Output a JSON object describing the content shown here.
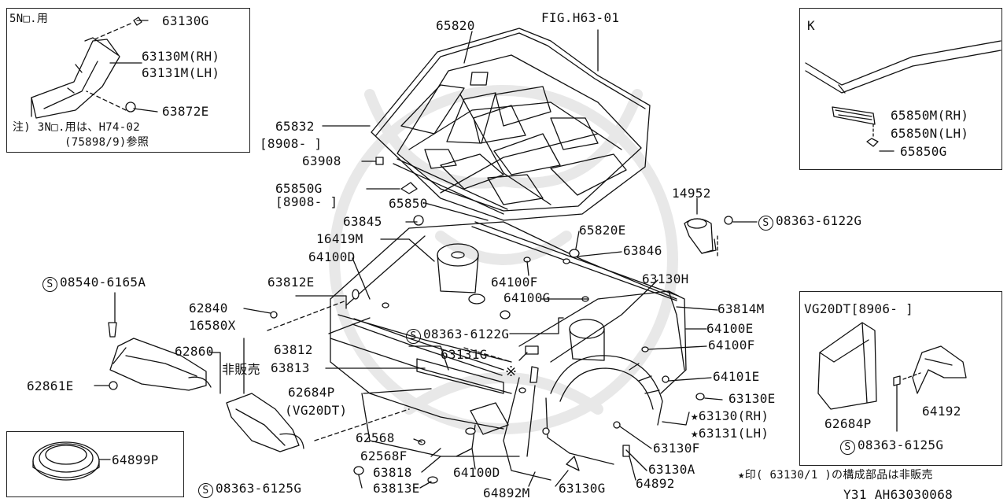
{
  "figure_id": "FIG.H63-01",
  "footer_code": "Y31  AH63030068",
  "note_star": "★印( 63130/1 )の構成部品は非販売",
  "inset_5n": {
    "heading": "5N□.用",
    "parts": [
      "63130G",
      "63130M(RH)",
      "63131M(LH)",
      "63872E"
    ],
    "note_line1": "注) 3N□.用は、H74-02",
    "note_line2": "(75898/9)参照"
  },
  "inset_k": {
    "heading": "K",
    "parts": [
      "65850M(RH)",
      "65850N(LH)",
      "65850G"
    ]
  },
  "inset_vg20dt": {
    "heading": "VG20DT[8906-  ]",
    "parts": [
      "62684P",
      "64192",
      "08363-6125G"
    ]
  },
  "inset_seal": {
    "parts": [
      "64899P"
    ]
  },
  "main_parts": {
    "p65820": "65820",
    "p65832": "65832",
    "p65832_date": "[8908-  ]",
    "p63908": "63908",
    "p65850G": "65850G",
    "p65850G_date": "[8908-  ]",
    "p65850": "65850",
    "p63845": "63845",
    "p16419M": "16419M",
    "p64100D_top": "64100D",
    "p63812E": "63812E",
    "p08540": "08540-6165A",
    "p62840": "62840",
    "p16580X": "16580X",
    "p62860": "62860",
    "p_hihanbai": "非販売",
    "p62861E": "62861E",
    "p63812": "63812",
    "p63813": "63813",
    "p62684P": "62684P",
    "p62684P_vg": "(VG20DT)",
    "p62568": "62568",
    "p62568F": "62568F",
    "p63818": "63818",
    "p08363_6125G": "08363-6125G",
    "p63813E": "63813E",
    "p64100D_bottom": "64100D",
    "p64892M": "64892M",
    "p63130G": "63130G",
    "p64892": "64892",
    "p63130A": "63130A",
    "p63130F": "63130F",
    "p63131_lh": "★63131(LH)",
    "p63130_rh": "★63130(RH)",
    "p63130E": "63130E",
    "p64101E": "64101E",
    "p64100F_r": "64100F",
    "p64100E": "64100E",
    "p63814M": "63814M",
    "p63130H": "63130H",
    "p64100G": "64100G",
    "p64100F": "64100F",
    "p08363_6122G_mid": "08363-6122G",
    "p63131G": "63131G",
    "p_kome": "※",
    "p65820E": "65820E",
    "p63846": "63846",
    "p14952": "14952",
    "p08363_6122G_top": "08363-6122G"
  },
  "colors": {
    "ink": "#111111",
    "watermark": "#e6e6e6"
  }
}
